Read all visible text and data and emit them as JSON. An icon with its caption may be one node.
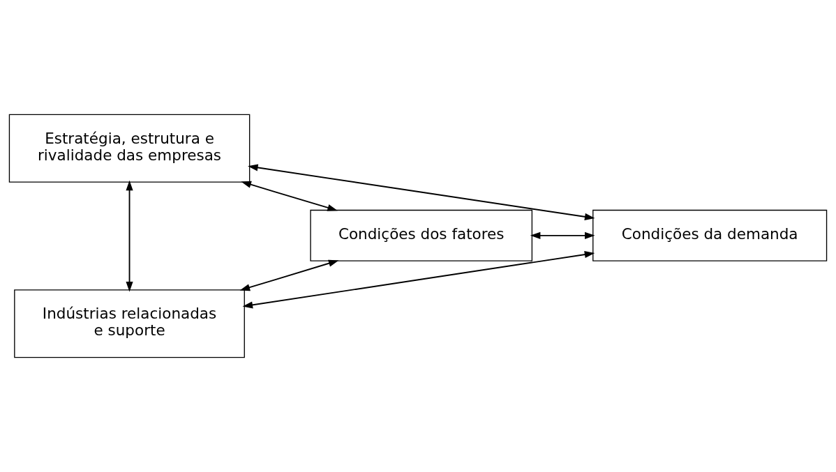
{
  "diagram": {
    "nodes": [
      {
        "text": [
          "Estratégia, estrutura e rivalidade das empresas"
        ]
      },
      {
        "text": [
          "Condições dos fatores"
        ]
      },
      {
        "text": [
          "Condições da demanda"
        ]
      },
      {
        "text": [
          "Indústrias relacionadas e suporte"
        ]
      }
    ],
    "edges": [
      {
        "from": 0,
        "to": 1,
        "arrow": "both"
      },
      {
        "from": 0,
        "to": 2,
        "arrow": "both"
      },
      {
        "from": 1,
        "to": 2,
        "arrow": "both"
      },
      {
        "from": 0,
        "to": 3,
        "arrow": "both"
      },
      {
        "from": 1,
        "to": 3,
        "arrow": "both"
      },
      {
        "from": 2,
        "to": 3,
        "arrow": "both"
      }
    ]
  }
}
